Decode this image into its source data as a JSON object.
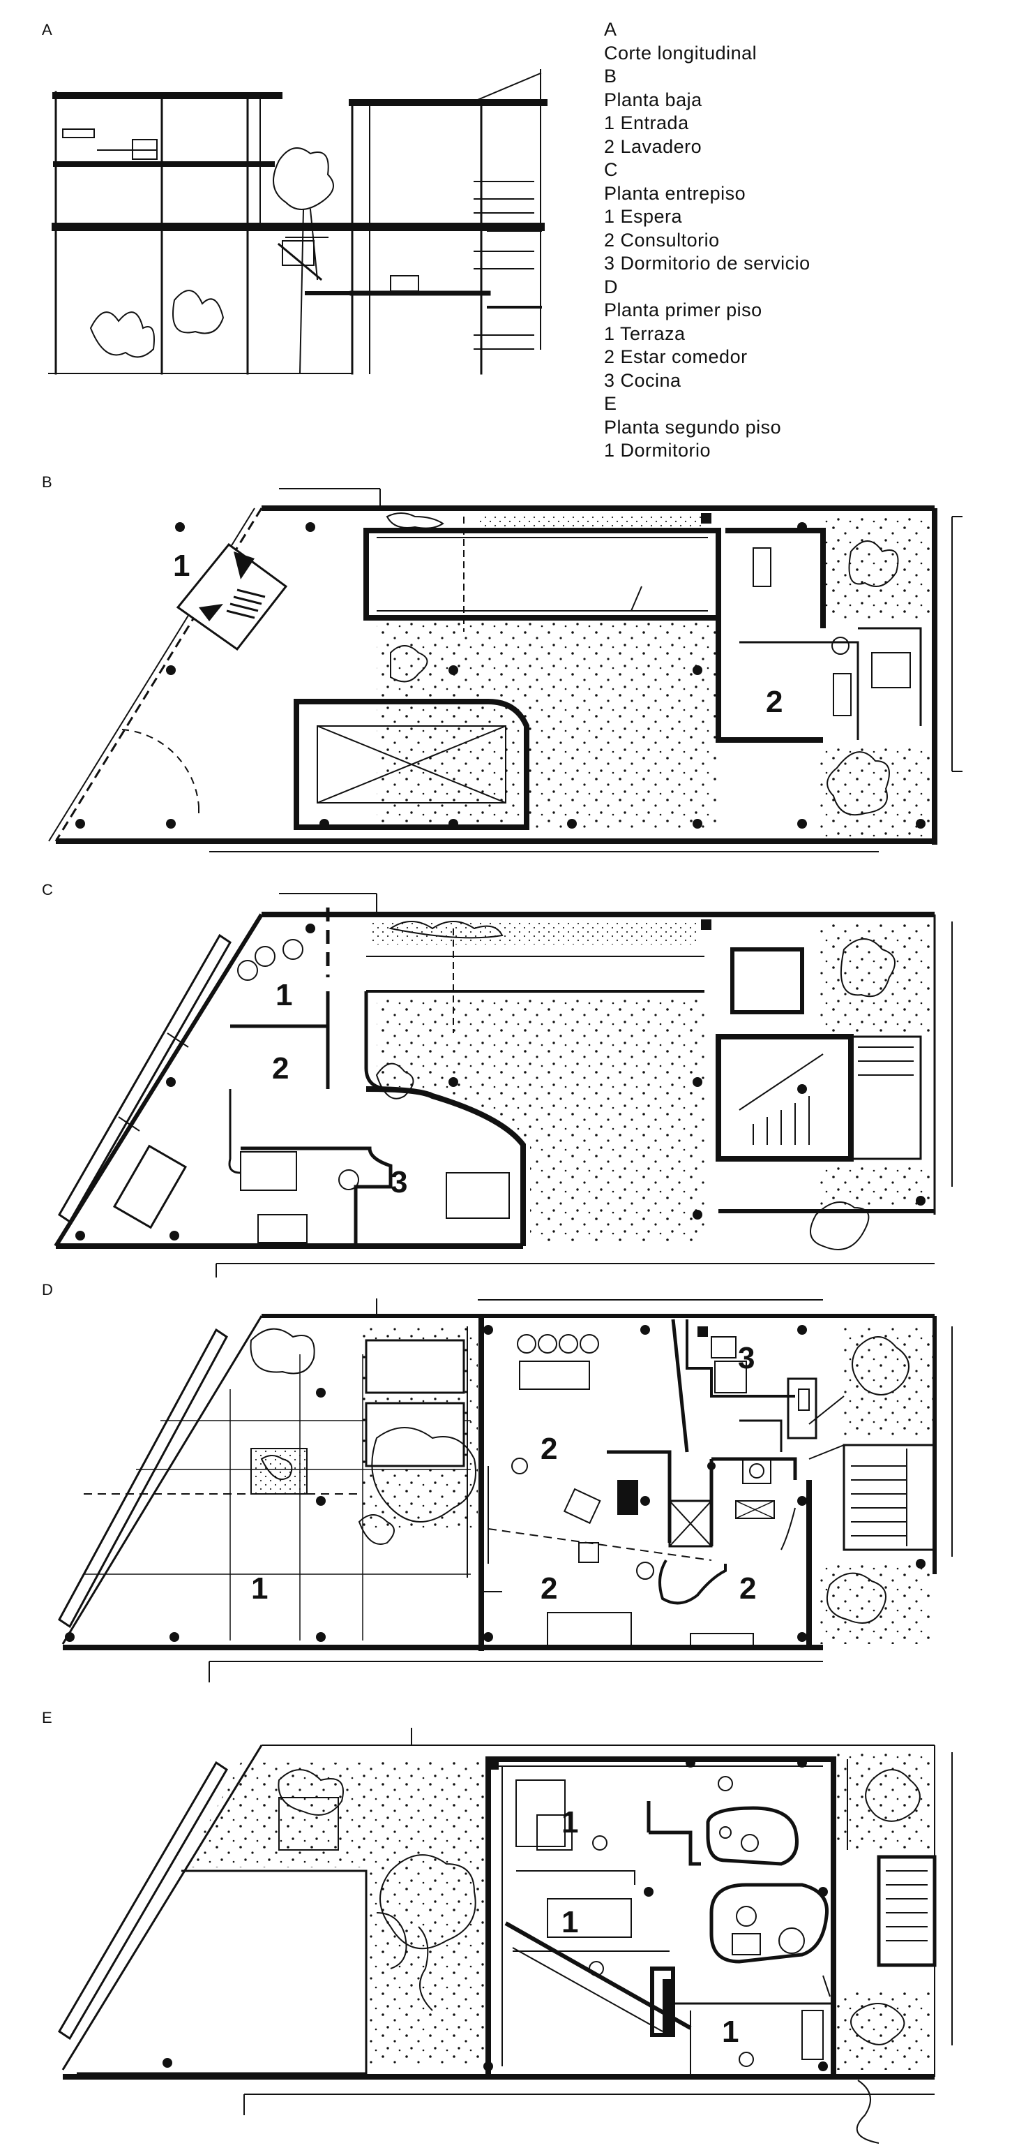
{
  "panels": {
    "a": "A",
    "b": "B",
    "c": "C",
    "d": "D",
    "e": "E"
  },
  "legend": [
    "A",
    "Corte longitudinal",
    "B",
    "Planta baja",
    "1 Entrada",
    "2 Lavadero",
    "C",
    "Planta entrepiso",
    "1 Espera",
    "2 Consultorio",
    "3 Dormitorio de servicio",
    "D",
    "Planta primer piso",
    "1 Terraza",
    "2 Estar comedor",
    "3 Cocina",
    "E",
    "Planta segundo piso",
    "1 Dormitorio"
  ],
  "room_labels": {
    "b1": "1",
    "b2": "2",
    "c1": "1",
    "c2": "2",
    "c3": "3",
    "d1": "1",
    "d2a": "2",
    "d2b": "2",
    "d2c": "2",
    "d3": "3",
    "e1a": "1",
    "e1b": "1",
    "e1c": "1"
  }
}
